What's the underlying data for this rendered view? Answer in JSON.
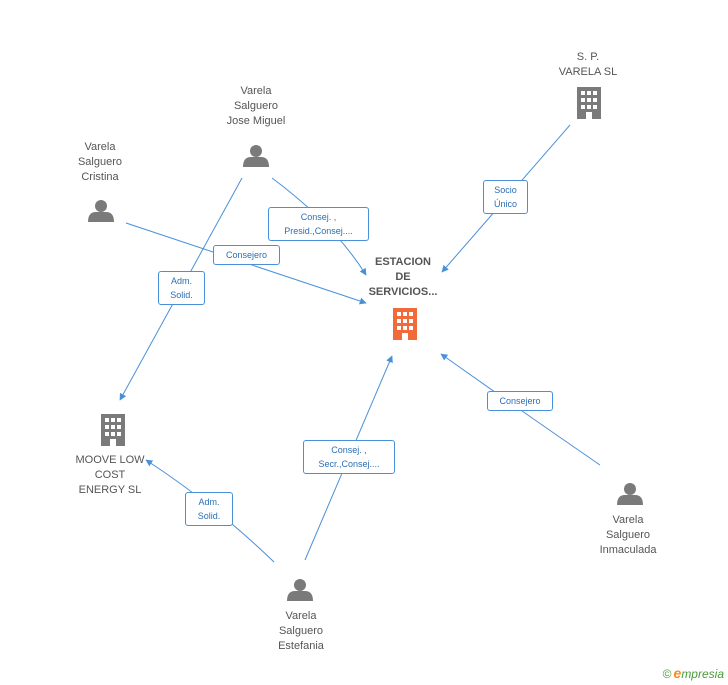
{
  "colors": {
    "edge": "#4a90d9",
    "person_icon": "#7a7a7a",
    "company_icon": "#7a7a7a",
    "center_icon": "#f26a3a"
  },
  "nodes": {
    "center": {
      "lines": [
        "ESTACION",
        "DE",
        "SERVICIOS..."
      ],
      "icon": "building-icon"
    },
    "sp_varela": {
      "lines": [
        "S. P.",
        "VARELA SL"
      ],
      "icon": "building-icon"
    },
    "jose_miguel": {
      "lines": [
        "Varela",
        "Salguero",
        "Jose Miguel"
      ],
      "icon": "person-icon"
    },
    "cristina": {
      "lines": [
        "Varela",
        "Salguero",
        "Cristina"
      ],
      "icon": "person-icon"
    },
    "moove": {
      "lines": [
        "MOOVE LOW",
        "COST",
        "ENERGY  SL"
      ],
      "icon": "building-icon"
    },
    "inmaculada": {
      "lines": [
        "Varela",
        "Salguero",
        "Inmaculada"
      ],
      "icon": "person-icon"
    },
    "estefania": {
      "lines": [
        "Varela",
        "Salguero",
        "Estefania"
      ],
      "icon": "person-icon"
    }
  },
  "edges": {
    "sp_center": [
      "Socio",
      "Único"
    ],
    "jose_center": [
      "Consej. ,",
      "Presid.,Consej...."
    ],
    "cristina_center": [
      "Consejero"
    ],
    "jose_moove": [
      "Adm.",
      "Solid."
    ],
    "inmaculada_center": [
      "Consejero"
    ],
    "estefania_center": [
      "Consej. ,",
      "Secr.,Consej...."
    ],
    "estefania_moove": [
      "Adm.",
      "Solid."
    ]
  },
  "footer": {
    "copyright": "©",
    "brand_initial": "e",
    "brand_rest": "mpresia"
  }
}
